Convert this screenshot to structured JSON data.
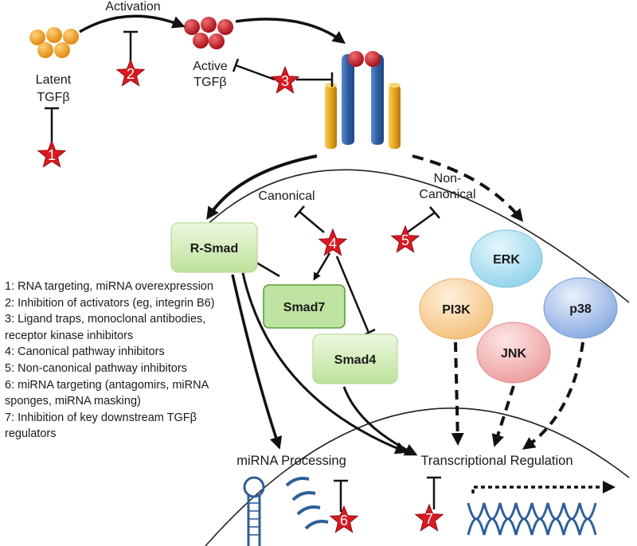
{
  "labels": {
    "activation": "Activation",
    "latent_line1": "Latent",
    "latent_line2": "TGFβ",
    "active_line1": "Active",
    "active_line2": "TGFβ",
    "canonical": "Canonical",
    "noncanonical_line1": "Non-",
    "noncanonical_line2": "Canonical",
    "mirna_processing": "miRNA Processing",
    "transcriptional_regulation": "Transcriptional Regulation"
  },
  "nodes": {
    "r_smad": "R-Smad",
    "smad7": "Smad7",
    "smad4": "Smad4",
    "erk": "ERK",
    "pi3k": "PI3K",
    "p38": "p38",
    "jnk": "JNK"
  },
  "stars": [
    "1",
    "2",
    "3",
    "4",
    "5",
    "6",
    "7"
  ],
  "legend": [
    "1: RNA targeting, miRNA overexpression",
    "2: Inhibition of activators (eg, integrin B6)",
    "3: Ligand traps, monoclonal antibodies, receptor kinase inhibitors",
    "4: Canonical pathway inhibitors",
    "5: Non-canonical pathway inhibitors",
    "6: miRNA targeting (antagomirs, miRNA sponges, miRNA masking)",
    "7: Inhibition of key downstream TGFβ regulators"
  ],
  "colors": {
    "latent_tgfb": "#f0a020",
    "active_tgfb": "#c41e2a",
    "star": "#d91a22",
    "smad_box": "#c9e8a8",
    "erk": "#9ad8ec",
    "pi3k": "#f6c88a",
    "p38": "#8ab0e6",
    "jnk": "#f0a0a0",
    "receptor_blue": "#3a68a8",
    "receptor_gold": "#e6a51a",
    "dna": "#2f5f9a"
  }
}
